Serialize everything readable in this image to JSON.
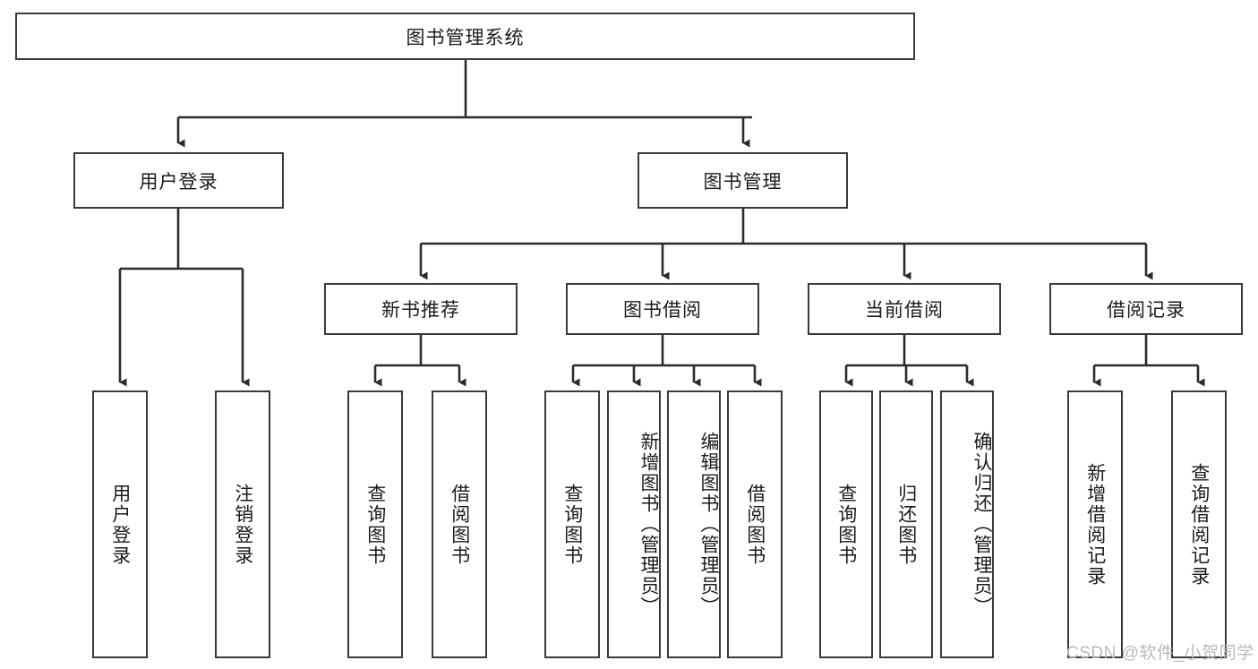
{
  "diagram": {
    "title": "图书管理系统",
    "watermark": "CSDN @软件_小贺同学",
    "colors": {
      "background": "#ffffff",
      "box_border": "#3a3a3a",
      "edge": "#2b2b2b",
      "text": "#1b1b1b",
      "watermark": "#b9b9b9"
    },
    "root": {
      "label": "图书管理系统"
    },
    "level2": [
      {
        "label": "用户登录"
      },
      {
        "label": "图书管理"
      }
    ],
    "level3": [
      {
        "label": "新书推荐"
      },
      {
        "label": "图书借阅"
      },
      {
        "label": "当前借阅"
      },
      {
        "label": "借阅记录"
      }
    ],
    "leaves": {
      "user_login": [
        {
          "label": "用户登录"
        },
        {
          "label": "注销登录"
        }
      ],
      "new_book_recommend": [
        {
          "label": "查询图书"
        },
        {
          "label": "借阅图书"
        }
      ],
      "book_borrow": [
        {
          "label": "查询图书"
        },
        {
          "label": "新增图书（管理员）"
        },
        {
          "label": "编辑图书（管理员）"
        },
        {
          "label": "借阅图书"
        }
      ],
      "current_borrow": [
        {
          "label": "查询图书"
        },
        {
          "label": "归还图书"
        },
        {
          "label": "确认归还（管理员）"
        }
      ],
      "borrow_record": [
        {
          "label": "新增借阅记录"
        },
        {
          "label": "查询借阅记录"
        }
      ]
    }
  }
}
